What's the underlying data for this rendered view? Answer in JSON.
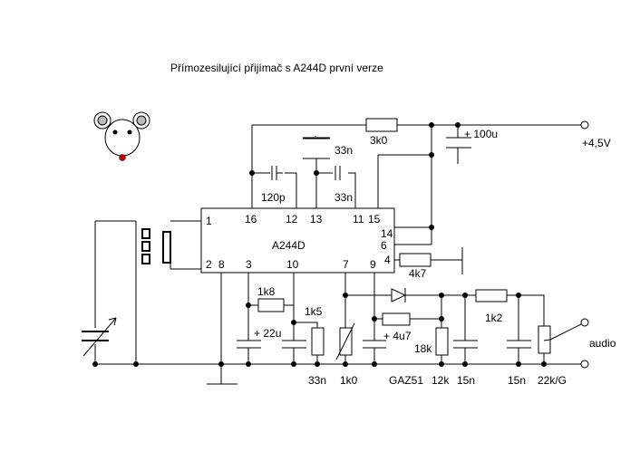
{
  "title": "Přímozesilující přijímač s A244D první verze",
  "ic": {
    "name": "A244D",
    "pins": [
      "1",
      "2",
      "3",
      "4",
      "6",
      "7",
      "8",
      "9",
      "10",
      "11",
      "12",
      "13",
      "14",
      "15",
      "16"
    ]
  },
  "components": {
    "r_supply": "3k0",
    "c_supply": "+ 100u",
    "c_120p": "120p",
    "c_33n_top": "33n",
    "c_33n_pair": "33n",
    "r_4k7": "4k7",
    "r_1k8": "1k8",
    "r_1k5": "1k5",
    "c_22u": "+ 22u",
    "c_4u7": "+ 4u7",
    "r_1k2": "1k2",
    "r_18k": "18k",
    "label_33n_bottom": "33n",
    "label_1k0": "1k0",
    "label_gaz51": "GAZ51",
    "label_12k": "12k",
    "label_15n_a": "15n",
    "label_15n_b": "15n",
    "label_22kG": "22k/G"
  },
  "terminals": {
    "supply": "+4,5V",
    "audio": "audio"
  },
  "colors": {
    "wire": "#000000",
    "mascot_eye": "#cc0000"
  }
}
